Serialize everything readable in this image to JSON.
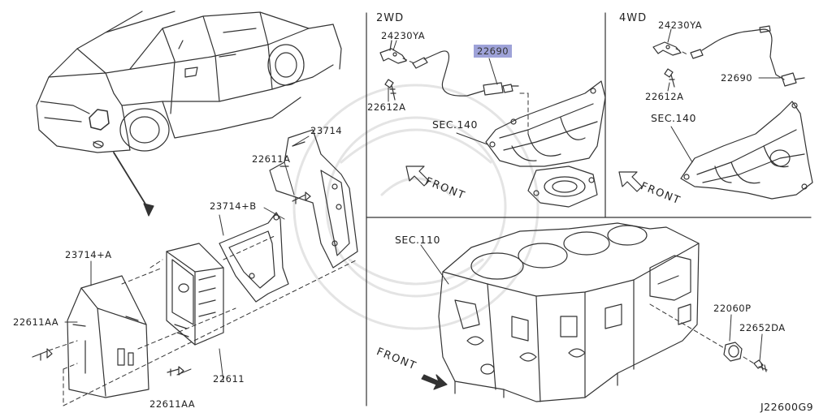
{
  "diagram": {
    "highlight_color": "#9ea2d8",
    "line_color": "#333333",
    "panels": {
      "twowd": {
        "title": "2WD",
        "parts": {
          "bracket": "24230YA",
          "sensor": "22690",
          "bolt": "22612A",
          "section": "SEC.140",
          "front": "FRONT"
        }
      },
      "fourwd": {
        "title": "4WD",
        "parts": {
          "bracket": "24230YA",
          "sensor": "22690",
          "bolt": "22612A",
          "section": "SEC.140",
          "front": "FRONT"
        }
      },
      "engine": {
        "parts": {
          "section": "SEC.110",
          "knock_sensor": "22060P",
          "bolt": "22652DA",
          "front": "FRONT"
        }
      },
      "ecm": {
        "parts": {
          "bracket": "23714",
          "bracket_b": "23714+B",
          "cover": "23714+A",
          "bolt_a": "22611A",
          "bolt_aa_left": "22611AA",
          "bolt_aa_bottom": "22611AA",
          "ecm_unit": "22611"
        }
      }
    },
    "drawing_code": "J22600G9"
  }
}
